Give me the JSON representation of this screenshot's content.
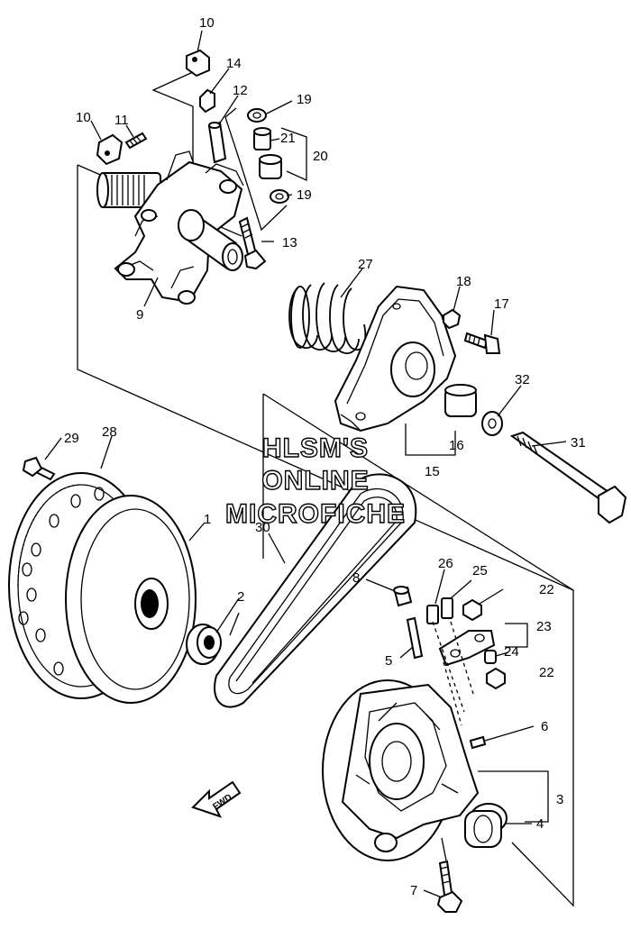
{
  "callouts": [
    "10",
    "14",
    "12",
    "19",
    "21",
    "20",
    "19",
    "10",
    "11",
    "13",
    "9",
    "27",
    "18",
    "17",
    "32",
    "16",
    "15",
    "31",
    "29",
    "28",
    "1",
    "2",
    "30",
    "8",
    "26",
    "25",
    "22",
    "23",
    "24",
    "5",
    "22",
    "6",
    "3",
    "4",
    "7"
  ],
  "watermark": {
    "line1": "HLSM'S",
    "line2": "ONLINE",
    "line3": "MICROFICHE"
  },
  "fwd_label": "FWD"
}
